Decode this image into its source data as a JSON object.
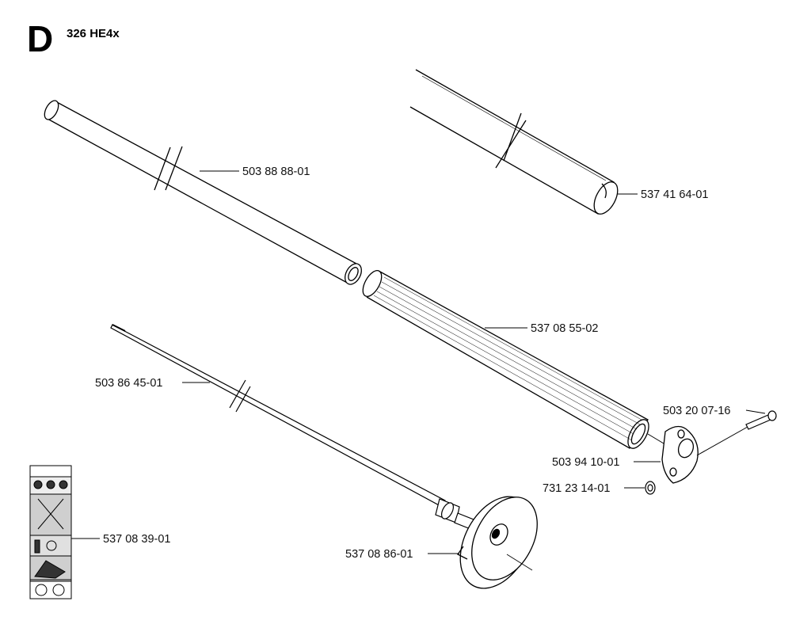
{
  "header": {
    "section_letter": "D",
    "model": "326 HE4x"
  },
  "parts": [
    {
      "id": "tube-upper",
      "number": "503 88 88-01"
    },
    {
      "id": "handle-loop-tube",
      "number": "537 41 64-01"
    },
    {
      "id": "tube-cover",
      "number": "537 08 55-02"
    },
    {
      "id": "drive-shaft",
      "number": "503 86 45-01"
    },
    {
      "id": "screw",
      "number": "503 20 07-16"
    },
    {
      "id": "bracket",
      "number": "503 94 10-01"
    },
    {
      "id": "nut",
      "number": "731 23 14-01"
    },
    {
      "id": "decal",
      "number": "537 08 39-01"
    },
    {
      "id": "guard",
      "number": "537 08 86-01"
    }
  ]
}
